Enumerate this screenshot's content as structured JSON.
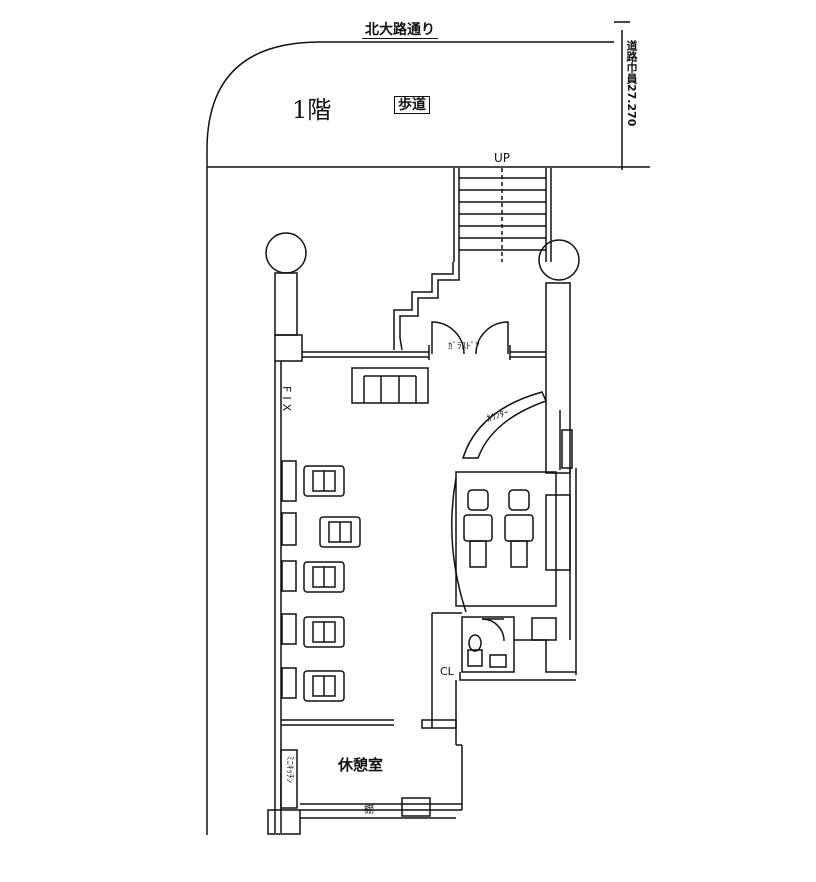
{
  "plan": {
    "street_label": "北大路通り",
    "floor_label": "1階",
    "sidewalk_label": "歩道",
    "road_width_label": "道路巾員27.270",
    "stairs_label": "UP",
    "glass_door_label": "ｶﾞﾗｽﾄﾞｱ",
    "fix_label": "FIX",
    "counter_label": "ｶｳﾝﾀｰ",
    "closet_label": "CL",
    "lounge_label": "休憩室",
    "kitchenette_label": "ﾐﾆｷｯﾁﾝ",
    "shelf_label": "棚"
  },
  "colors": {
    "line": "#111111",
    "background": "#ffffff"
  }
}
